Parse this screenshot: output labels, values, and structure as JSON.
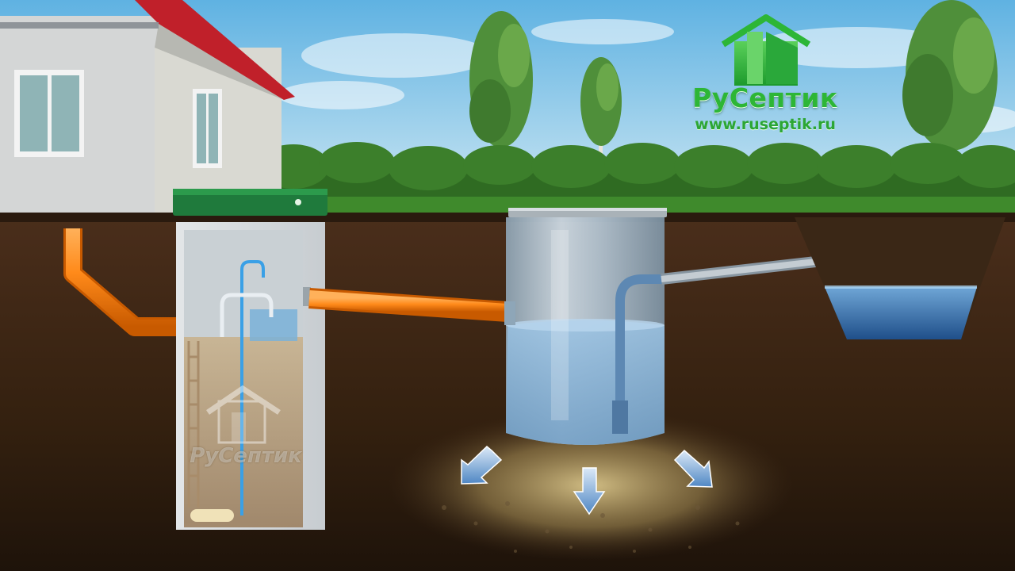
{
  "logo": {
    "name": "РуСептик",
    "url": "www.ruseptik.ru",
    "color": "#2db636"
  },
  "watermark": {
    "name": "РуСептик"
  },
  "colors": {
    "sky": "#7fc3e6",
    "soil": "#3d2516",
    "pipe": "#ff8a1a",
    "water": "#7fb0d8",
    "roof": "#c0202a",
    "lid": "#1f7a3c"
  },
  "icons": [
    "house-logo-icon",
    "flow-arrow-icon"
  ]
}
